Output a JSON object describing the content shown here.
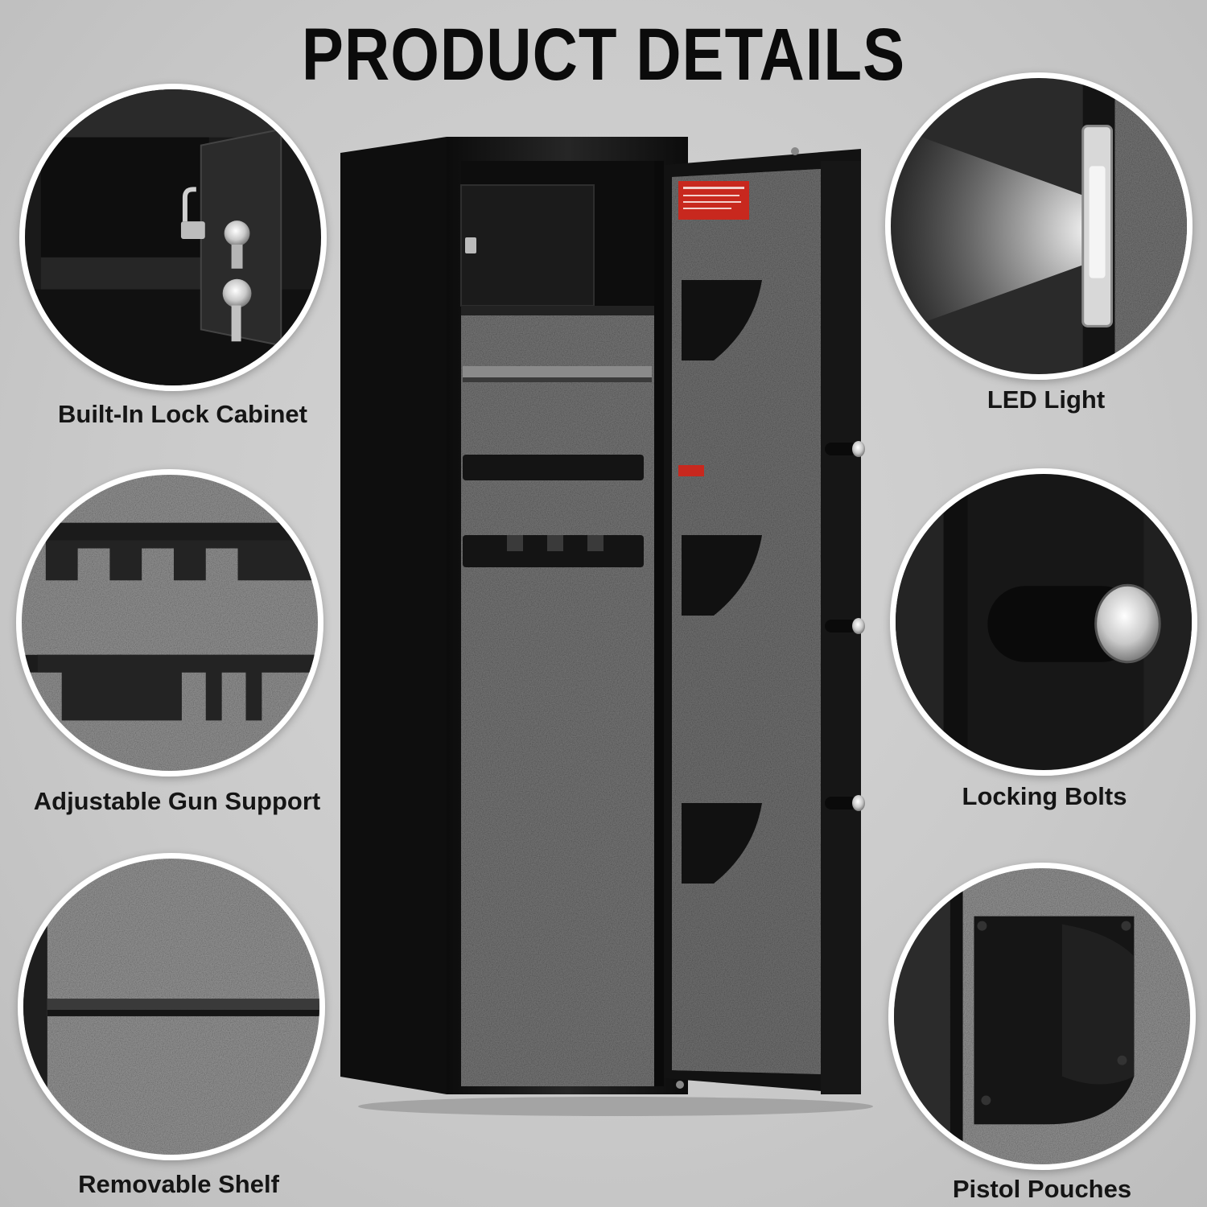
{
  "title": "PRODUCT DETAILS",
  "features": {
    "lock_cabinet": "Built-In Lock Cabinet",
    "gun_support": "Adjustable Gun Support",
    "shelf": "Removable Shelf",
    "led": "LED Light",
    "bolts": "Locking Bolts",
    "pouches": "Pistol Pouches"
  },
  "colors": {
    "background": "#c9c9c9",
    "steel_black": "#141414",
    "felt_gray": "#6e6e6e",
    "label_red": "#c8281e"
  }
}
